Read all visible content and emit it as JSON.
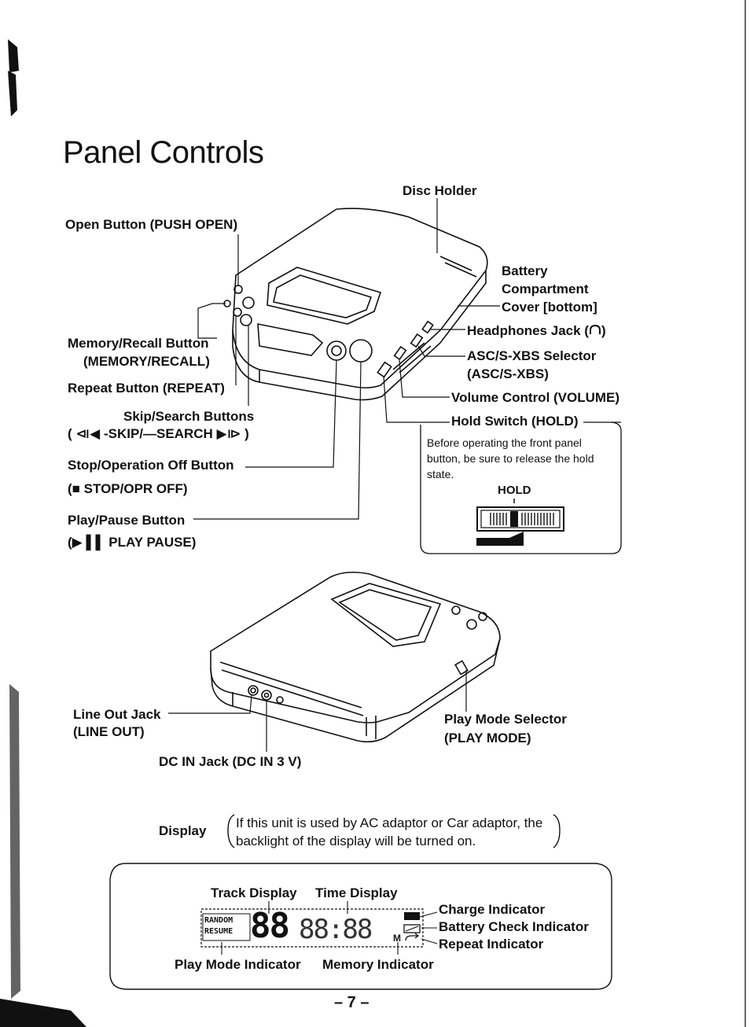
{
  "page": {
    "title": "Panel Controls",
    "page_number": "– 7 –"
  },
  "top_labels": {
    "disc_holder": "Disc Holder",
    "open_button": "Open Button (PUSH OPEN)",
    "battery_1": "Battery",
    "battery_2": "Compartment",
    "battery_3": "Cover [bottom]",
    "headphones": "Headphones Jack (",
    "headphones_close": ")",
    "asc_1": "ASC/S-XBS Selector",
    "asc_2": "(ASC/S-XBS)",
    "volume": "Volume Control (VOLUME)",
    "hold": "Hold Switch (HOLD)",
    "memory_1": "Memory/Recall Button",
    "memory_2": "(MEMORY/RECALL)",
    "repeat": "Repeat Button (REPEAT)",
    "skip_1": "Skip/Search Buttons",
    "skip_2": "( ⧏◀ -SKIP/—SEARCH ▶⧐ )",
    "stop_1": "Stop/Operation Off Button",
    "stop_2": "(■ STOP/OPR OFF)",
    "play_1": "Play/Pause Button",
    "play_2": "(▶ ▌▌ PLAY PAUSE)"
  },
  "hold_note": {
    "text": "Before operating the front panel button, be sure to release the hold state.",
    "caption": "HOLD"
  },
  "bottom_labels": {
    "line_out_1": "Line Out Jack",
    "line_out_2": "(LINE OUT)",
    "dc_in": "DC IN Jack (DC IN 3 V)",
    "play_mode_1": "Play Mode Selector",
    "play_mode_2": "(PLAY MODE)"
  },
  "display_section": {
    "label": "Display",
    "note": "If this unit is used by AC adaptor or Car adaptor, the backlight of the display will be turned on.",
    "track_display": "Track Display",
    "time_display": "Time Display",
    "charge": "Charge Indicator",
    "battery_check": "Battery Check Indicator",
    "repeat_ind": "Repeat Indicator",
    "play_mode_ind": "Play Mode Indicator",
    "memory_ind": "Memory Indicator",
    "lcd_random": "RANDOM",
    "lcd_resume": "RESUME",
    "lcd_track": "88",
    "lcd_time": "88:88",
    "lcd_m": "M"
  }
}
